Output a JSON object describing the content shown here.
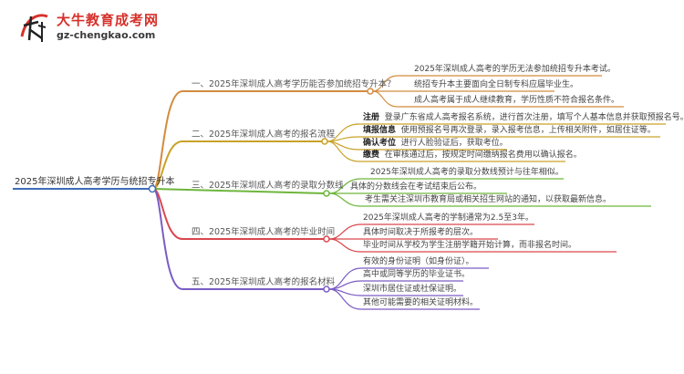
{
  "brand": {
    "title": "大牛教育成考网",
    "url": "gz-chengkao.com",
    "mark_text": "大牛"
  },
  "colors": {
    "root_line": "#3e6db5",
    "branch1": "#d38b3f",
    "branch2": "#c9a227",
    "branch3": "#6eb63c",
    "branch4": "#d9474d",
    "branch5": "#7b5cc4"
  },
  "root": "2025年深圳成人高考学历与统招专升本",
  "branches": [
    {
      "label": "一、2025年深圳成人高考学历能否参加统招专升本？",
      "leaves": [
        {
          "text": "2025年深圳成人高考的学历无法参加统招专升本考试。"
        },
        {
          "text": "统招专升本主要面向全日制专科应届毕业生。"
        },
        {
          "text": "成人高考属于成人继续教育，学历性质不符合报名条件。"
        }
      ]
    },
    {
      "label": "二、2025年深圳成人高考的报名流程",
      "leaves": [
        {
          "key": "注册",
          "text": "登录广东省成人高考报名系统，进行首次注册，填写个人基本信息并获取预报名号。"
        },
        {
          "key": "填报信息",
          "text": "使用预报名号再次登录，录入报考信息，上传相关附件，如居住证等。"
        },
        {
          "key": "确认考位",
          "text": "进行人脸验证后，获取考位。"
        },
        {
          "key": "缴费",
          "text": "在审核通过后，按规定时间缴纳报名费用以确认报名。"
        }
      ]
    },
    {
      "label": "三、2025年深圳成人高考的录取分数线",
      "leaves": [
        {
          "text": "2025年深圳成人高考的录取分数线预计与往年相似。"
        },
        {
          "text": "具体的分数线会在考试结束后公布。"
        },
        {
          "text": "考生需关注深圳市教育局或相关招生网站的通知，以获取最新信息。"
        }
      ]
    },
    {
      "label": "四、2025年深圳成人高考的毕业时间",
      "leaves": [
        {
          "text": "2025年深圳成人高考的学制通常为2.5至3年。"
        },
        {
          "text": "具体时间取决于所报考的层次。"
        },
        {
          "text": "毕业时间从学校为学生注册学籍开始计算，而非报名时间。"
        }
      ]
    },
    {
      "label": "五、2025年深圳成人高考的报名材料",
      "leaves": [
        {
          "text": "有效的身份证明（如身份证）。"
        },
        {
          "text": "高中或同等学历的毕业证书。"
        },
        {
          "text": "深圳市居住证或社保证明。"
        },
        {
          "text": "其他可能需要的相关证明材料。"
        }
      ]
    }
  ]
}
